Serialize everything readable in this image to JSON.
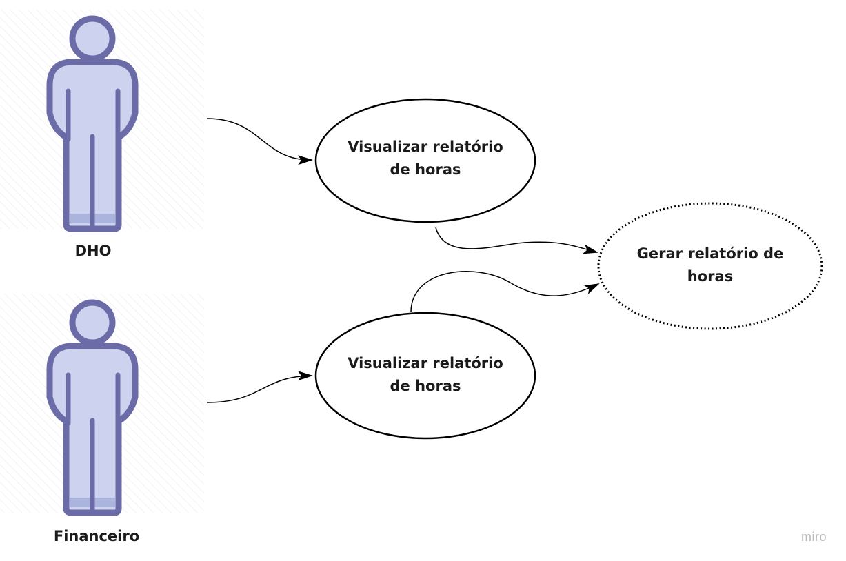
{
  "actors": [
    {
      "id": "dho",
      "label": "DHO"
    },
    {
      "id": "financeiro",
      "label": "Financeiro"
    }
  ],
  "use_cases": [
    {
      "id": "uc1",
      "line1": "Visualizar relatório",
      "line2": "de horas",
      "border": "solid"
    },
    {
      "id": "uc2",
      "line1": "Visualizar relatório",
      "line2": "de horas",
      "border": "solid"
    },
    {
      "id": "uc3",
      "line1": "Gerar relatório de",
      "line2": "horas",
      "border": "dotted"
    }
  ],
  "colors": {
    "actor_stroke": "#6b6ba8",
    "actor_fill": "#cdd3ee",
    "actor_shadow": "#aab4dc",
    "hatch": "#eeeeee",
    "line": "#000000"
  },
  "watermark": "miro"
}
